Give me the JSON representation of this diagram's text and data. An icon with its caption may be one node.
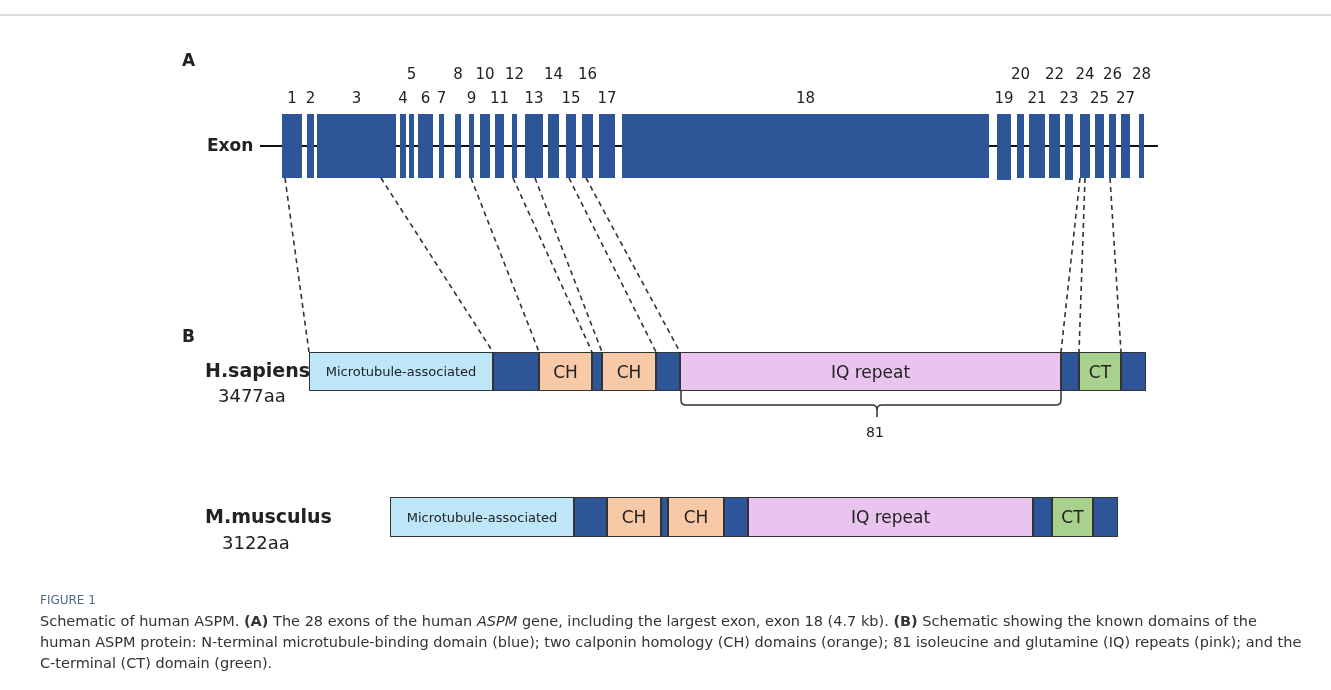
{
  "diagram": {
    "title": "FIGURE 1",
    "caption": "Schematic of human ASPM. **(A)** The 28 exons of the human *ASPM* gene, including the largest exon, exon 18 (4.7 kb). **(B)** Schematic showing the known domains of the human ASPM protein: N-terminal microtubule-binding domain (blue); two calponin homology (CH) domains (orange); 81 isoleucine and glutamine (IQ) repeats (pink); and the C-terminal (CT) domain (green).",
    "nodes": [
      {
        "text": [
          "1"
        ]
      },
      {
        "text": [
          "2"
        ]
      },
      {
        "text": [
          "3"
        ]
      },
      {
        "text": [
          "4"
        ]
      },
      {
        "text": [
          "5"
        ]
      },
      {
        "text": [
          "6"
        ]
      },
      {
        "text": [
          "7"
        ]
      },
      {
        "text": [
          "8"
        ]
      },
      {
        "text": [
          "9"
        ]
      },
      {
        "text": [
          "10"
        ]
      },
      {
        "text": [
          "11"
        ]
      },
      {
        "text": [
          "12"
        ]
      },
      {
        "text": [
          "13"
        ]
      },
      {
        "text": [
          "14"
        ]
      },
      {
        "text": [
          "15"
        ]
      },
      {
        "text": [
          "16"
        ]
      },
      {
        "text": [
          "17"
        ]
      },
      {
        "text": [
          "18"
        ]
      },
      {
        "text": [
          "19"
        ]
      },
      {
        "text": [
          "20"
        ]
      },
      {
        "text": [
          "21"
        ]
      },
      {
        "text": [
          "22"
        ]
      },
      {
        "text": [
          "23"
        ]
      },
      {
        "text": [
          "24"
        ]
      },
      {
        "text": [
          "25"
        ]
      },
      {
        "text": [
          "26"
        ]
      },
      {
        "text": [
          "27"
        ]
      },
      {
        "text": [
          "28"
        ]
      },
      {
        "text": [
          "Microtubule-associated"
        ]
      },
      {
        "text": [],
        "shape": "box"
      },
      {
        "text": [
          "CH"
        ]
      },
      {
        "text": [],
        "shape": "box"
      },
      {
        "text": [
          "CH"
        ]
      },
      {
        "text": [],
        "shape": "box"
      },
      {
        "text": [
          "IQ repeat"
        ]
      },
      {
        "text": [],
        "shape": "box"
      },
      {
        "text": [
          "CT"
        ]
      },
      {
        "text": [],
        "shape": "box"
      },
      {
        "text": [
          "Microtubule-associated"
        ]
      },
      {
        "text": [],
        "shape": "box"
      },
      {
        "text": [
          "CH"
        ]
      },
      {
        "text": [],
        "shape": "box"
      },
      {
        "text": [
          "CH"
        ]
      },
      {
        "text": [],
        "shape": "box"
      },
      {
        "text": [
          "IQ repeat"
        ]
      },
      {
        "text": [],
        "shape": "box"
      },
      {
        "text": [
          "CT"
        ]
      },
      {
        "text": [],
        "shape": "box"
      }
    ],
    "edges": [
      {
        "from": 0,
        "to": 28,
        "arrow": "none",
        "style": "dashed"
      },
      {
        "from": 2,
        "to": 29,
        "arrow": "none",
        "style": "dashed"
      },
      {
        "from": 8,
        "to": 30,
        "arrow": "none",
        "style": "dashed"
      },
      {
        "from": 11,
        "to": 31,
        "arrow": "none",
        "style": "dashed"
      },
      {
        "from": 12,
        "to": 32,
        "arrow": "none",
        "style": "dashed"
      },
      {
        "from": 14,
        "to": 33,
        "arrow": "none",
        "style": "dashed"
      },
      {
        "from": 15,
        "to": 34,
        "arrow": "none",
        "style": "dashed"
      },
      {
        "from": 23,
        "to": 35,
        "arrow": "none",
        "style": "dashed"
      },
      {
        "from": 23,
        "to": 36,
        "arrow": "none",
        "style": "dashed"
      },
      {
        "from": 25,
        "to": 37,
        "arrow": "none",
        "style": "dashed"
      }
    ],
    "labels": [
      "A",
      "Exon",
      "B",
      "H.sapiens",
      "3477aa",
      "81",
      "M.musculus",
      "3122aa"
    ]
  }
}
